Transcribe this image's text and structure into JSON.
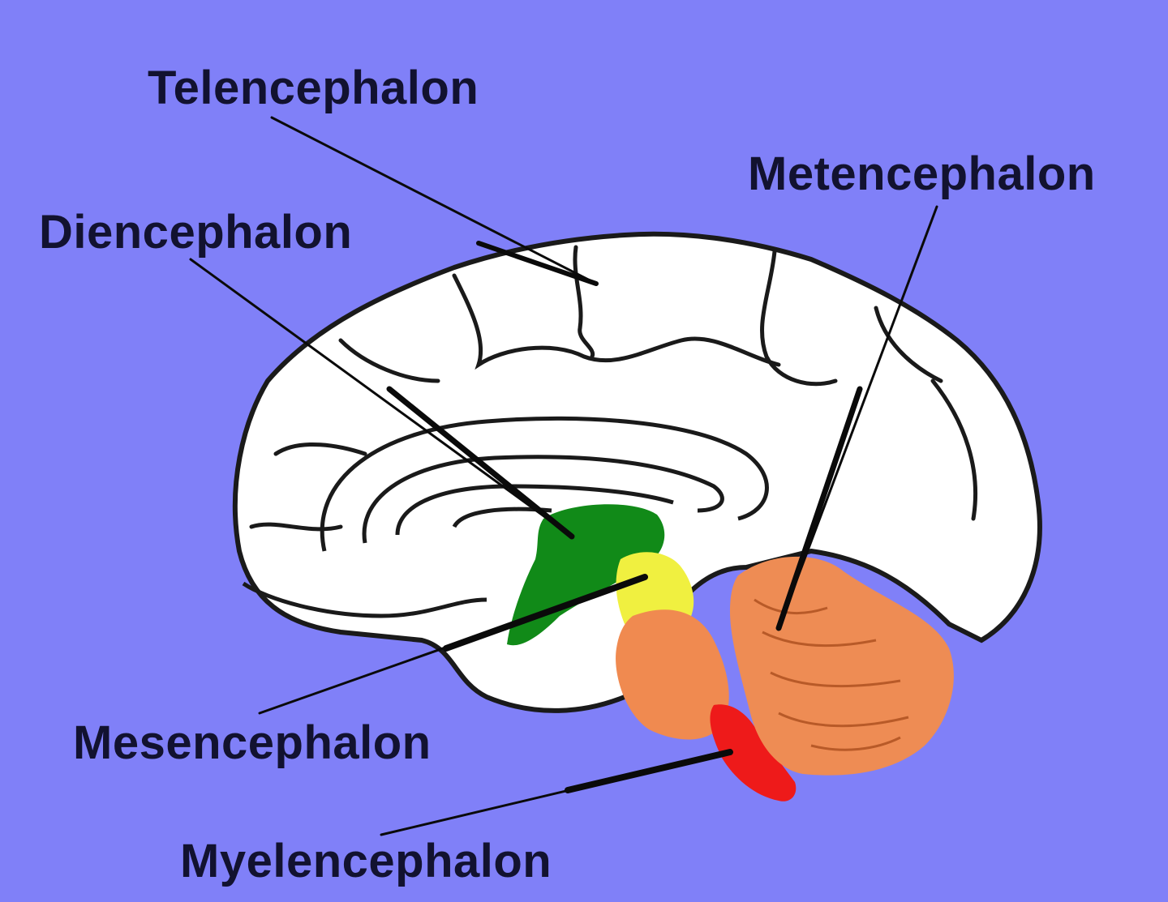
{
  "diagram": {
    "background_color": "#8080f8",
    "labels": {
      "telencephalon": "Telencephalon",
      "metencephalon": "Metencephalon",
      "diencephalon": "Diencephalon",
      "mesencephalon": "Mesencephalon",
      "myelencephalon": "Myelencephalon"
    },
    "region_colors": {
      "telencephalon": "#ffffff",
      "diencephalon": "#118a18",
      "mesencephalon_tectum": "#f0f040",
      "mesencephalon": "#f08a50",
      "metencephalon": "#ee8c54",
      "myelencephalon": "#ee1a1a"
    }
  }
}
